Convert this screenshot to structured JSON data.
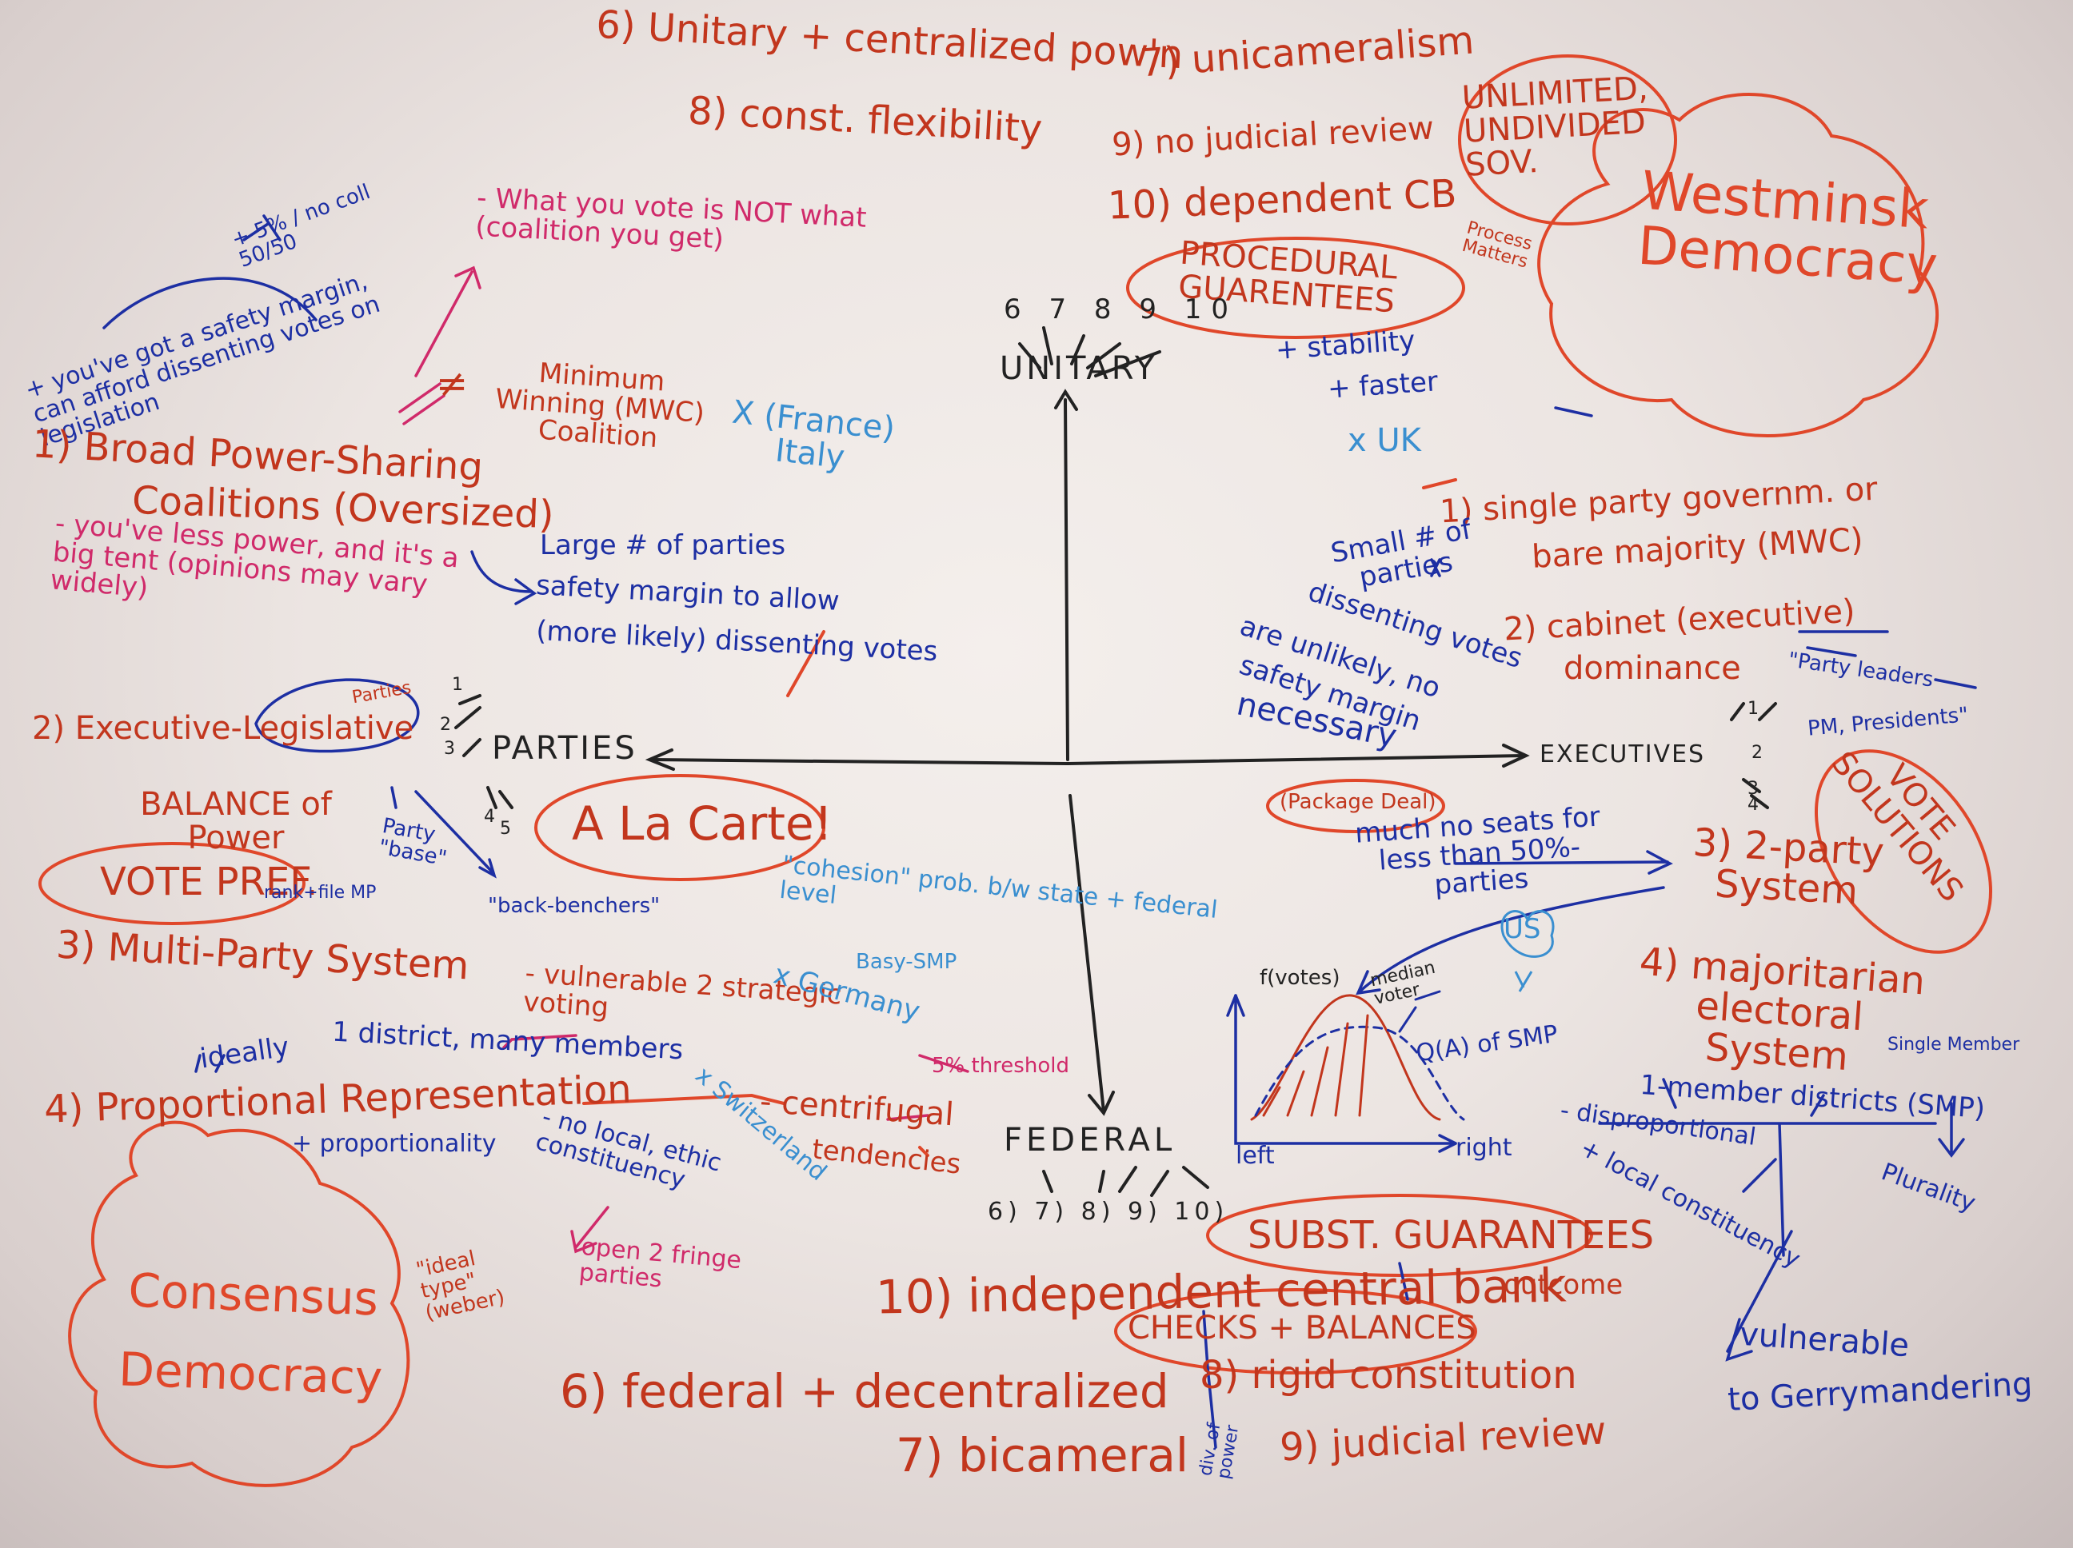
{
  "unitary_side": {
    "item6": "6) Unitary + centralized pow'n",
    "item7": "7) unicameralism",
    "item8": "8) const. flexibility",
    "item9": "9) no judicial review",
    "item10": "10) dependent CB",
    "sov": "UNLIMITED, UNDIVIDED SOV.",
    "westminster": "Westminsk Democracy",
    "procedural": "PROCEDURAL GUARENTEES",
    "process": "Process Matters",
    "stability": "+ stability",
    "faster": "+ faster",
    "uk": "x UK",
    "coalition_note": "- What you vote is NOT what (coalition you get)",
    "axis_numbers": "6 7 8 9 10",
    "axis_label": "UNITARY"
  },
  "parties_side": {
    "broad": "1) Broad Power-Sharing",
    "coalitions": "Coalitions (Oversized)",
    "mwc": "Minimum Winning (MWC) Coalition",
    "neq": "≠",
    "safety": "+ you've got a safety margin, can afford dissenting votes on legislation",
    "plus_note": "+ 5% / no coll 50/50",
    "less_power": "- you've less power, and it's a big tent (opinions may vary widely)",
    "large_parties": "Large # of parties",
    "safety_margin": "safety margin to allow",
    "dissenting": "(more likely) dissenting votes",
    "france": "X (France) Italy",
    "exec_leg": "2) Executive-Legislative",
    "axis_label": "PARTIES",
    "parties_small": "Parties",
    "balance": "BALANCE of Power",
    "vote_pref": "VOTE PREF.",
    "rankfile": "rank+file MP",
    "party_base": "Party \"base\"",
    "backbenchers": "\"back-benchers\"",
    "alacarte": "A La Carte!",
    "multi_party": "3) Multi-Party System",
    "ideally": "ideally",
    "district": "1 district, many members",
    "pr": "4) Proportional Representation",
    "proportionality": "+ proportionality",
    "vulnerable": "- vulnerable 2 strategic voting",
    "no_local": "- no local, ethic constituency",
    "open2": "open 2 fringe parties",
    "consensus": "Consensus Democracy",
    "ideal_type": "\"ideal type\" (weber)",
    "num2": "2",
    "num3": "3",
    "num4": "4",
    "num5": "5",
    "num1": "1"
  },
  "federal_side": {
    "cohesion": "\"cohesion\" prob. b/w state + federal level",
    "basy": "Basy-SMP",
    "germany": "x Germany",
    "switzerland": "x Switzerland",
    "centrifugal": "- centrifugal",
    "tendencies": "tendencies",
    "threshold": "5% threshold",
    "axis_label": "FEDERAL",
    "axis_numbers": "6) 7) 8) 9) 10)",
    "subst": "SUBST. GUARANTEES",
    "outcome": "outcome",
    "item10": "10) independent central bank",
    "checks": "CHECKS + BALANCES",
    "item6": "6) federal + decentralized",
    "item8": "8) rigid constitution",
    "item7": "7) bicameral",
    "div": "div. of power",
    "item9": "9) judicial review"
  },
  "executives_side": {
    "single_party": "1) single party governm. or",
    "bare": "bare majority (MWC)",
    "small": "Small # of parties",
    "diss1": "dissenting votes",
    "diss2": "are unlikely, no",
    "diss3": "safety margin",
    "necessary": "necessary",
    "cabinet": "2) cabinet (executive)",
    "dominance": "dominance",
    "party_leaders": "\"Party leaders",
    "pm": "PM, Presidents\"",
    "axis_label": "EXECUTIVES",
    "votes": "VOTE SOLUTIONS",
    "package": "(Package Deal)",
    "seats": "much no seats for less than 50%-parties",
    "two_party": "3) 2-party System",
    "majoritarian": "4) majoritarian electoral System",
    "single_member": "Single Member",
    "one_member": "1-member districts (SMP)",
    "disprop": "- disproportional",
    "local": "+ local constituency",
    "plurality": "Plurality",
    "gerry1": "vulnerable",
    "gerry2": "to Gerrymandering",
    "us": "US",
    "graph_f": "f(votes)",
    "graph_median": "median voter",
    "graph_left": "left",
    "graph_right": "right",
    "graph_smp": "Q(A) of SMP",
    "num2": "2",
    "num3": "3",
    "num4": "4",
    "num1": "1"
  }
}
